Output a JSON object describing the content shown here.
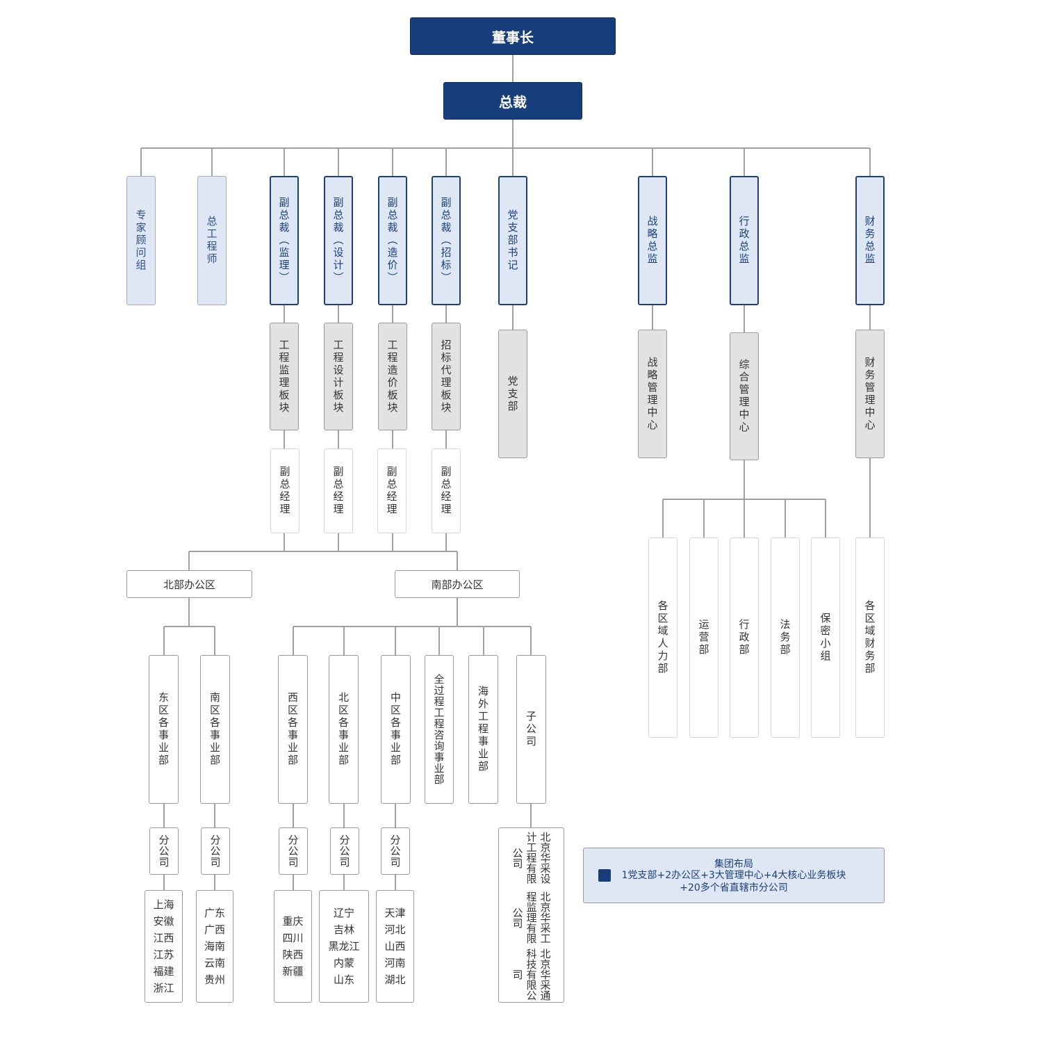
{
  "nodes": {
    "chairman": "董事长",
    "president": "总裁",
    "expert_group": "专家顾问组",
    "chief_engineer": "总工程师",
    "vp_supervision": "副总裁（监理）",
    "vp_design": "副总裁（设计）",
    "vp_cost": "副总裁（造价）",
    "vp_bidding": "副总裁（招标）",
    "party_secretary": "党支部书记",
    "strategy_director": "战略总监",
    "admin_director": "行政总监",
    "finance_director": "财务总监",
    "supervision_block": "工程监理板块",
    "design_block": "工程设计板块",
    "cost_block": "工程造价板块",
    "bidding_block": "招标代理板块",
    "party_branch": "党支部",
    "strategy_center": "战略管理中心",
    "admin_center": "综合管理中心",
    "finance_center": "财务管理中心",
    "dgm1": "副总经理",
    "dgm2": "副总经理",
    "dgm3": "副总经理",
    "dgm4": "副总经理",
    "north_office": "北部办公区",
    "south_office": "南部办公区",
    "east_div": "东区各事业部",
    "south_div": "南区各事业部",
    "west_div": "西区各事业部",
    "north_div": "北区各事业部",
    "central_div": "中区各事业部",
    "full_process": "全过程工程咨询事业部",
    "overseas": "海外工程事业部",
    "subsidiaries": "子公司",
    "branch1": "分公司",
    "branch2": "分公司",
    "branch3": "分公司",
    "branch4": "分公司",
    "branch5": "分公司",
    "regional_hr": "各区域人力部",
    "operations": "运营部",
    "admin_dept": "行政部",
    "legal": "法务部",
    "security": "保密小组",
    "regional_finance": "各区域财务部"
  },
  "regions": {
    "east": [
      "上海",
      "安徽",
      "江西",
      "江苏",
      "福建",
      "浙江"
    ],
    "south": [
      "广东",
      "广西",
      "海南",
      "云南",
      "贵州"
    ],
    "west": [
      "重庆",
      "四川",
      "陕西",
      "新疆"
    ],
    "north": [
      "辽宁",
      "吉林",
      "黑龙江",
      "内蒙",
      "山东"
    ],
    "central": [
      "天津",
      "河北",
      "山西",
      "河南",
      "湖北"
    ]
  },
  "companies": [
    "北京华采设计工程有限公司",
    "北京华采工程监理有限公司",
    "北京华采通科技有限公司"
  ],
  "legend": {
    "title": "集团布局",
    "line1": "1党支部+2办公区+3大管理中心+4大核心业务板块",
    "line2": "+20多个省直辖市分公司"
  },
  "colors": {
    "navy": "#173d7a",
    "light_blue": "#dfe7f5",
    "gray": "#e2e2e2",
    "line": "#a0a0a0"
  }
}
